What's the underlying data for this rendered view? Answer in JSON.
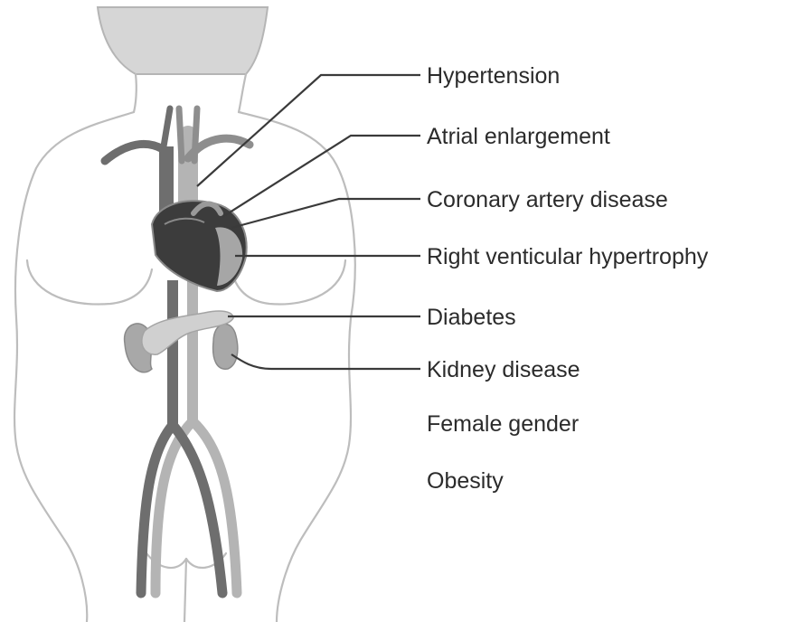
{
  "labels": [
    "Hypertension",
    "Atrial enlargement",
    "Coronary artery disease",
    "Right venticular hypertrophy",
    "Diabetes",
    "Kidney disease",
    "Female gender",
    "Obesity"
  ],
  "colors": {
    "outline": "#bdbdbd",
    "vessel_dark": "#6e6e6e",
    "vessel_light": "#b4b4b4",
    "heart_dark": "#3c3c3c",
    "organ_gray": "#a8a8a8",
    "pancreas": "#d0d0d0",
    "leader": "#3a3a3a",
    "text": "#2b2b2b"
  }
}
